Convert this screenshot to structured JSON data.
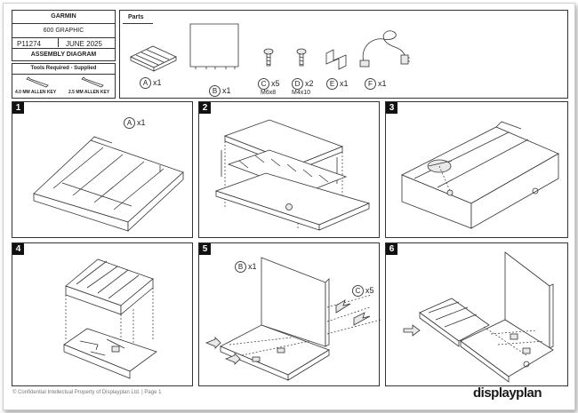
{
  "title_block": {
    "brand": "GARMIN",
    "product": "600 GRAPHIC",
    "code": "P11274",
    "date": "JUNE 2025",
    "doc_title": "ASSEMBLY DIAGRAM"
  },
  "tools": {
    "heading": "Tools Required - Supplied",
    "items": [
      "4.0 MM ALLEN KEY",
      "2.5 MM ALLEN KEY"
    ]
  },
  "parts": {
    "heading": "Parts",
    "items": [
      {
        "letter": "A",
        "qty": "x1",
        "spec": ""
      },
      {
        "letter": "B",
        "qty": "x1",
        "spec": ""
      },
      {
        "letter": "C",
        "qty": "x5",
        "spec": "M6x8"
      },
      {
        "letter": "D",
        "qty": "x2",
        "spec": "M4x10"
      },
      {
        "letter": "E",
        "qty": "x1",
        "spec": ""
      },
      {
        "letter": "F",
        "qty": "x1",
        "spec": ""
      }
    ]
  },
  "steps": [
    {
      "num": "1",
      "callout_letter": "A",
      "callout_qty": "x1"
    },
    {
      "num": "2",
      "callout_letter": "",
      "callout_qty": ""
    },
    {
      "num": "3",
      "callout_letter": "",
      "callout_qty": ""
    },
    {
      "num": "4",
      "callout_letter": "",
      "callout_qty": ""
    },
    {
      "num": "5",
      "callout_letter": "B",
      "callout_qty": "x1",
      "callout2_letter": "C",
      "callout2_qty": "x5"
    },
    {
      "num": "6",
      "callout_letter": "",
      "callout_qty": ""
    }
  ],
  "footer": {
    "text": "© Confidential Intellectual Property of Displayplan Ltd. | Page 1",
    "logo": "displayplan"
  }
}
